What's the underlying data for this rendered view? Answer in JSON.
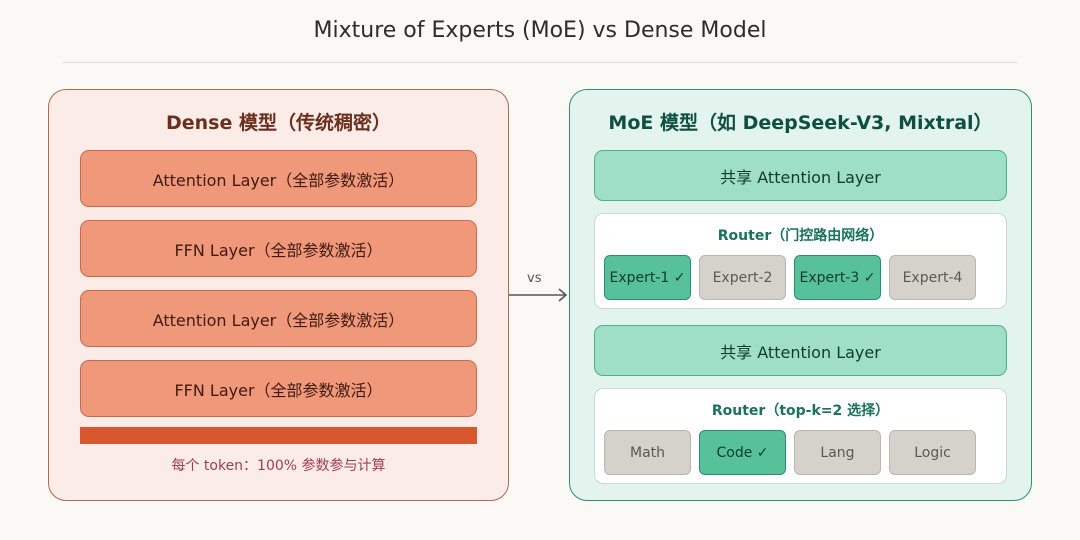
{
  "title": "Mixture of Experts (MoE) vs Dense Model",
  "dense": {
    "title": "Dense 模型（传统稠密）",
    "layers": [
      "Attention Layer（全部参数激活）",
      "FFN Layer（全部参数激活）",
      "Attention Layer（全部参数激活）",
      "FFN Layer（全部参数激活）"
    ],
    "caption": "每个 token：100% 参数参与计算"
  },
  "vs_label": "vs",
  "moe": {
    "title": "MoE 模型（如 DeepSeek-V3, Mixtral）",
    "shared1": "共享 Attention Layer",
    "router1": {
      "title": "Router（门控路由网络）",
      "experts": [
        {
          "label": "Expert-1 ✓",
          "active": true
        },
        {
          "label": "Expert-2",
          "active": false
        },
        {
          "label": "Expert-3 ✓",
          "active": true
        },
        {
          "label": "Expert-4",
          "active": false
        }
      ]
    },
    "shared2": "共享 Attention Layer",
    "router2": {
      "title": "Router（top-k=2 选择）",
      "experts": [
        {
          "label": "Math",
          "active": false
        },
        {
          "label": "Code ✓",
          "active": true
        },
        {
          "label": "Lang",
          "active": false
        },
        {
          "label": "Logic",
          "active": false
        }
      ]
    }
  },
  "colors": {
    "dense_layer": "#f0987a",
    "dense_bar": "#d9572f",
    "moe_shared": "#9fdfc8",
    "expert_active": "#57c19c",
    "expert_inactive": "#d4d2cb"
  }
}
